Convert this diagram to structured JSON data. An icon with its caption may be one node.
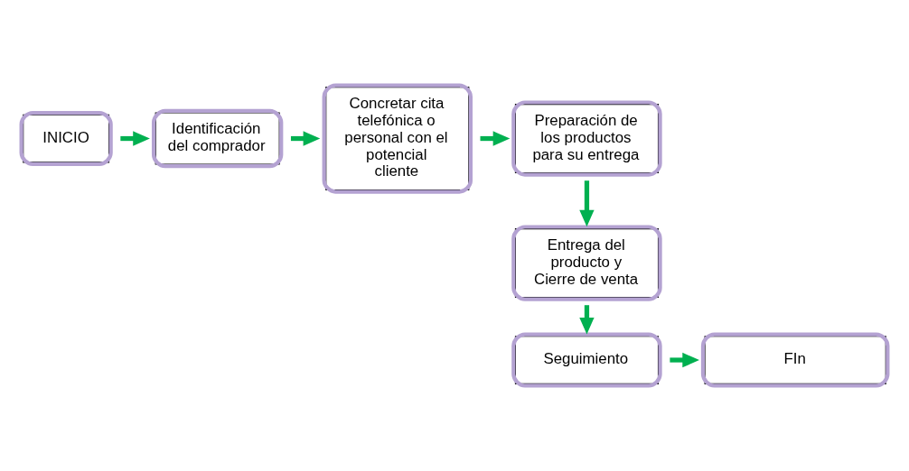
{
  "diagram": {
    "nodes": [
      {
        "text": [
          "INICIO"
        ]
      },
      {
        "text": [
          "Identificación del comprador"
        ]
      },
      {
        "text": [
          "Concretar cita telefónica o personal con el potencial cliente"
        ]
      },
      {
        "text": [
          "Preparación de los productos para su entrega"
        ]
      },
      {
        "text": [
          "Entrega del producto y Cierre de venta"
        ]
      },
      {
        "text": [
          "Seguimiento"
        ]
      },
      {
        "text": [
          "FIn"
        ]
      }
    ],
    "edges": [
      {
        "from": 0,
        "to": 1,
        "arrow": "to"
      },
      {
        "from": 1,
        "to": 2,
        "arrow": "to"
      },
      {
        "from": 2,
        "to": 3,
        "arrow": "to"
      },
      {
        "from": 3,
        "to": 4,
        "arrow": "to"
      },
      {
        "from": 4,
        "to": 5,
        "arrow": "to"
      },
      {
        "from": 5,
        "to": 6,
        "arrow": "to"
      }
    ]
  }
}
